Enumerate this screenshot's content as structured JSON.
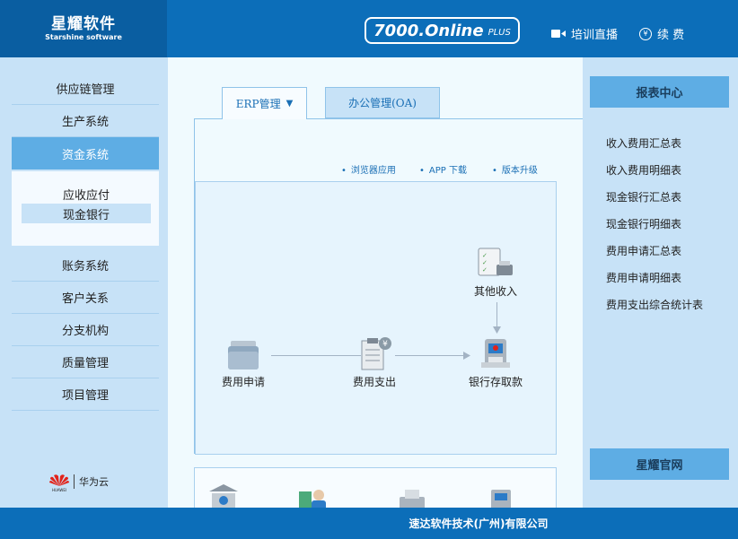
{
  "header": {
    "logo_cn": "星耀软件",
    "logo_en": "Starshine software",
    "version_main": "7000.Online",
    "version_plus": "PLUS",
    "live_label": "培训直播",
    "renew_label": "续 费"
  },
  "sidebar": {
    "items": [
      {
        "label": "供应链管理"
      },
      {
        "label": "生产系统"
      },
      {
        "label": "资金系统"
      },
      {
        "label": "账务系统"
      },
      {
        "label": "客户关系"
      },
      {
        "label": "分支机构"
      },
      {
        "label": "质量管理"
      },
      {
        "label": "项目管理"
      }
    ],
    "sub_items": [
      {
        "label": "应收应付"
      },
      {
        "label": "现金银行"
      }
    ],
    "partner": "华为云",
    "partner_mark": "HUAWEI"
  },
  "main": {
    "tabs": [
      {
        "label": "ERP管理"
      },
      {
        "label": "办公管理(OA)"
      }
    ],
    "links": [
      {
        "label": "浏览器应用"
      },
      {
        "label": "APP 下载"
      },
      {
        "label": "版本升级"
      }
    ],
    "flow": {
      "fee_apply": "费用申请",
      "fee_expense": "费用支出",
      "bank": "银行存取款",
      "other_income": "其他收入"
    }
  },
  "rightbar": {
    "title": "报表中心",
    "links": [
      {
        "label": "收入费用汇总表"
      },
      {
        "label": "收入费用明细表"
      },
      {
        "label": "现金银行汇总表"
      },
      {
        "label": "现金银行明细表"
      },
      {
        "label": "费用申请汇总表"
      },
      {
        "label": "费用申请明细表"
      },
      {
        "label": "费用支出综合统计表"
      }
    ],
    "site": "星耀官网"
  },
  "footer": {
    "company": "速达软件技术(广州)有限公司"
  }
}
